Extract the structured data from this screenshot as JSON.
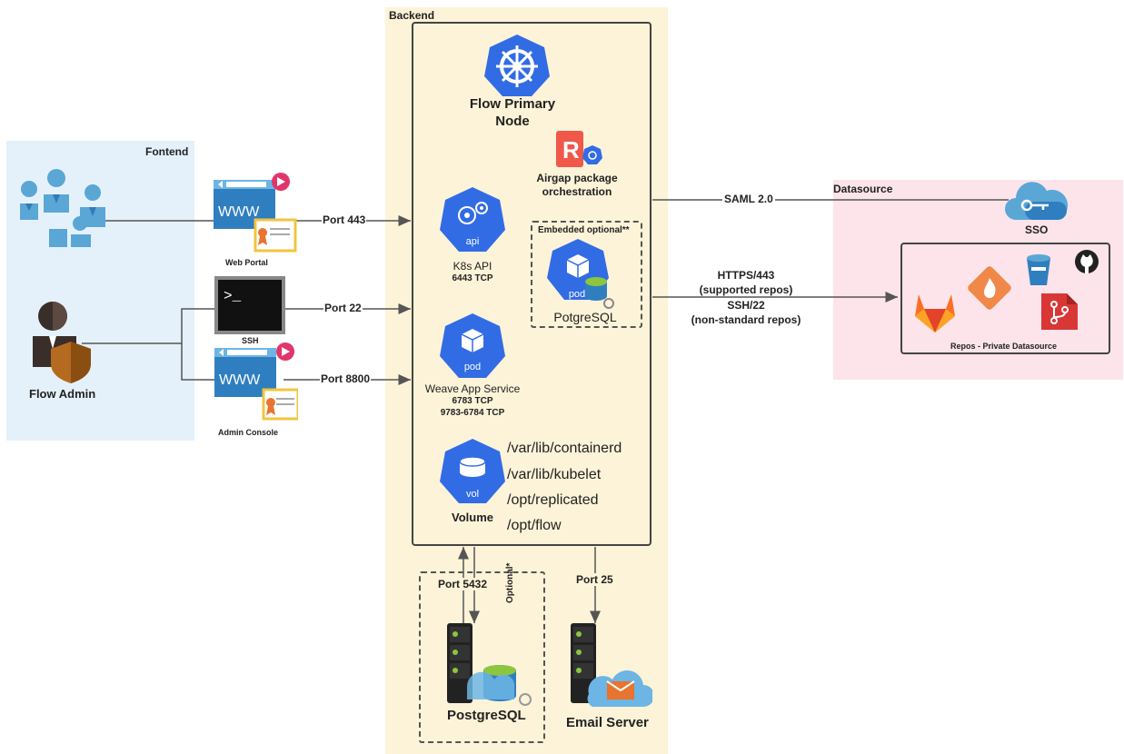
{
  "regions": {
    "frontend": "Fontend",
    "backend": "Backend",
    "datasource": "Datasource"
  },
  "frontend": {
    "web_portal": "Web Portal",
    "ssh": "SSH",
    "admin_console": "Admin Console",
    "flow_admin": "Flow Admin"
  },
  "ports": {
    "p443": "Port 443",
    "p22": "Port 22",
    "p8800": "Port 8800",
    "p5432": "Port 5432",
    "p25": "Port 25"
  },
  "node": {
    "title_line1": "Flow Primary",
    "title_line2": "Node",
    "airgap_line1": "Airgap package",
    "airgap_line2": "orchestration",
    "k8s_name": "K8s API",
    "k8s_port": "6443 TCP",
    "k8s_badge": "api",
    "embedded_optional": "Embedded optional**",
    "embedded_name": "PotgreSQL",
    "embedded_badge": "pod",
    "weave_name": "Weave App Service",
    "weave_port1": "6783 TCP",
    "weave_port2": "9783-6784 TCP",
    "weave_badge": "pod",
    "volume_name": "Volume",
    "volume_badge": "vol",
    "paths": [
      "/var/lib/containerd",
      "/var/lib/kubelet",
      "/opt/replicated",
      "/opt/flow"
    ]
  },
  "backend_bottom": {
    "optional": "Optional*",
    "postgres": "PostgreSQL",
    "email": "Email Server"
  },
  "datasource": {
    "saml": "SAML 2.0",
    "sso": "SSO",
    "repo_conn_line1": "HTTPS/443",
    "repo_conn_line2": "(supported repos)",
    "repo_conn_line3": "SSH/22",
    "repo_conn_line4": "(non-standard repos)",
    "repos": "Repos - Private Datasource"
  },
  "icons": {
    "kubernetes": "kubernetes-helm-icon",
    "k8s": "k8s-api-icon",
    "pod": "pod-icon",
    "volume": "volume-icon",
    "www": "www-browser-icon",
    "terminal": "terminal-icon",
    "user_group": "user-group-icon",
    "admin": "admin-user-icon",
    "server": "server-rack-icon",
    "cloud_key": "cloud-key-icon",
    "gitlab": "gitlab-icon",
    "git": "git-icon",
    "bitbucket": "bitbucket-icon",
    "github": "github-icon",
    "codecommit": "codecommit-icon",
    "replicated": "replicated-r-icon"
  },
  "colors": {
    "frontend_bg": "#e4f1fb",
    "backend_bg": "#fdf3d8",
    "datasource_bg": "#fce4ea",
    "k8s_blue": "#326ce5",
    "box_border": "#333333"
  }
}
